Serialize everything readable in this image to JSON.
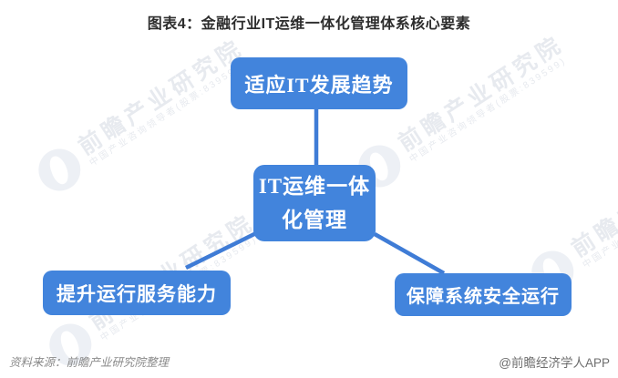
{
  "title": "图表4：金融行业IT运维一体化管理体系核心要素",
  "diagram": {
    "center_node": {
      "line1": "IT运维一体",
      "line2": "化管理"
    },
    "top_node": {
      "label": "适应IT发展趋势"
    },
    "left_node": {
      "label": "提升运行服务能力"
    },
    "right_node": {
      "label": "保障系统安全运行"
    },
    "node_fill_color": "#4284dc",
    "connector_color": "#3f7cd6",
    "node_text_color": "#ffffff"
  },
  "watermark": {
    "brand": "前瞻产业研究院",
    "tagline": "中国产业咨询领导者(股票:839599)",
    "color": "#e7eaef"
  },
  "footer": {
    "source": "资料来源：前瞻产业研究院整理",
    "credit": "@前瞻经济学人APP"
  }
}
